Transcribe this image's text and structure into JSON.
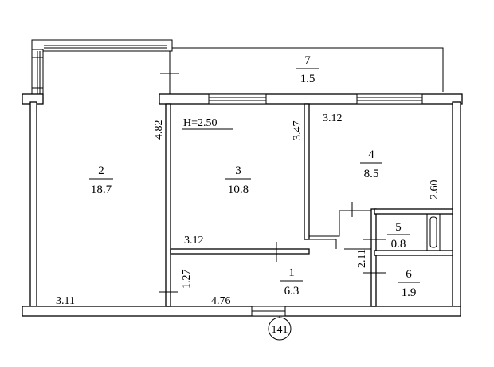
{
  "plan": {
    "ceiling_height": "H=2.50",
    "apartment_number": "141",
    "rooms": [
      {
        "id": "2",
        "area": "18.7"
      },
      {
        "id": "3",
        "area": "10.8"
      },
      {
        "id": "4",
        "area": "8.5"
      },
      {
        "id": "7",
        "area": "1.5"
      },
      {
        "id": "1",
        "area": "6.3"
      },
      {
        "id": "5",
        "area": "0.8"
      },
      {
        "id": "6",
        "area": "1.9"
      }
    ],
    "dimensions": {
      "room2_height": "4.82",
      "room2_width": "3.11",
      "room3_height": "3.47",
      "room3_width": "3.12",
      "room4_width": "3.12",
      "room4_height": "2.60",
      "hall_width": "4.76",
      "hall_height": "1.27",
      "bath_height": "2.11"
    }
  }
}
